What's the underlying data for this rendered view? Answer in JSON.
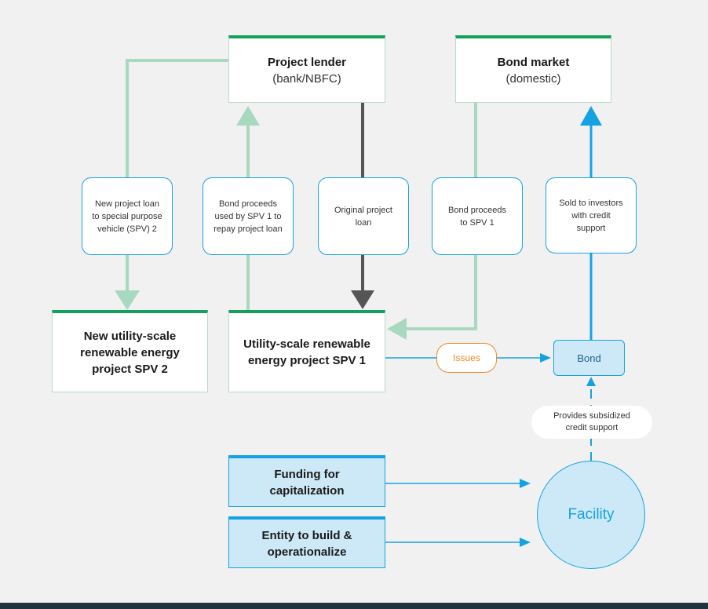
{
  "colors": {
    "green": "#14a05a",
    "light_green": "#a8d9c0",
    "dark_gray": "#555555",
    "blue": "#15a2e2",
    "orange": "#f08a24",
    "light_blue_fill": "#cde9f7"
  },
  "nodes": {
    "project_lender": {
      "title": "Project lender",
      "subtitle": "(bank/NBFC)"
    },
    "bond_market": {
      "title": "Bond market",
      "subtitle": "(domestic)"
    },
    "spv2": {
      "line1": "New utility-scale",
      "line2": "renewable energy",
      "line3": "project SPV 2"
    },
    "spv1": {
      "line1": "Utility-scale renewable",
      "line2": "energy project SPV 1"
    },
    "funding": {
      "line1": "Funding for",
      "line2": "capitalization"
    },
    "entity": {
      "line1": "Entity to build &",
      "line2": "operationalize"
    },
    "bond": "Bond",
    "facility": "Facility"
  },
  "labels": {
    "new_project_loan": "New project loan\nto special purpose\nvehicle (SPV) 2",
    "bond_proceeds_repay": "Bond proceeds\nused by SPV 1 to\nrepay project loan",
    "original_loan": "Original project\nloan",
    "bond_proceeds_spv1": "Bond proceeds\nto SPV 1",
    "sold_to_investors": "Sold to investors\nwith credit\nsupport",
    "issues": "Issues",
    "credit_support": "Provides subsidized\ncredit support"
  }
}
